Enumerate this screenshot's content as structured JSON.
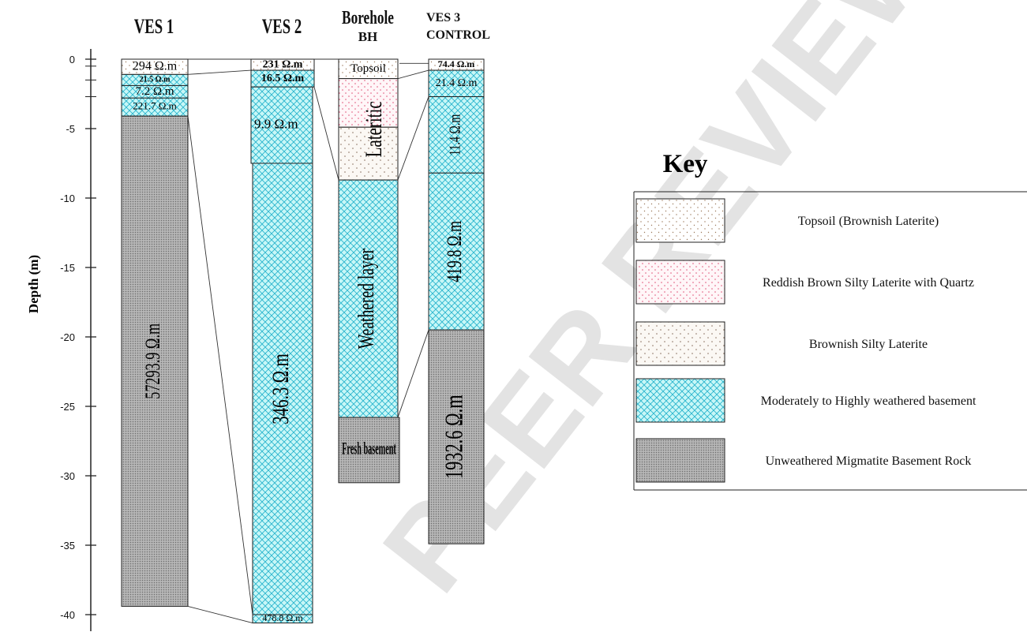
{
  "headers": {
    "ves1": "VES 1",
    "ves2": "VES 2",
    "borehole": "Borehole",
    "borehole_sub": "BH",
    "ves3": "VES 3",
    "ves3_sub": "CONTROL"
  },
  "axis": {
    "label": "Depth (m)",
    "ticks": [
      "0",
      "-5",
      "-10",
      "-15",
      "-20",
      "-25",
      "-30",
      "-35",
      "-40"
    ]
  },
  "columns": {
    "ves1": [
      {
        "label": "294 Ω.m",
        "top": 0,
        "bottom": -1.1,
        "pattern": "topsoil"
      },
      {
        "label": "21.5 Ω.m",
        "top": -1.1,
        "bottom": -1.9,
        "pattern": "weathered"
      },
      {
        "label": "7.2 Ω.m",
        "top": -1.9,
        "bottom": -2.8,
        "pattern": "weathered"
      },
      {
        "label": "221.7 Ω.m",
        "top": -2.8,
        "bottom": -4.1,
        "pattern": "weathered"
      },
      {
        "label": "57293.9 Ω.m",
        "top": -4.1,
        "bottom": -39.4,
        "pattern": "fresh"
      }
    ],
    "ves2": [
      {
        "label": "231 Ω.m",
        "top": 0,
        "bottom": -0.8,
        "pattern": "topsoil"
      },
      {
        "label": "16.5 Ω.m",
        "top": -0.8,
        "bottom": -2.0,
        "pattern": "weathered"
      },
      {
        "label": "9.9 Ω.m",
        "top": -2.0,
        "bottom": -7.5,
        "pattern": "weathered"
      },
      {
        "label": "346.3 Ω.m",
        "top": -7.5,
        "bottom": -40.0,
        "pattern": "weathered"
      },
      {
        "label": "478.8 Ω.m",
        "top": -40.0,
        "bottom": -40.6,
        "pattern": "weathered"
      }
    ],
    "borehole": [
      {
        "label": "Topsoil",
        "top": 0,
        "bottom": -1.4,
        "pattern": "topsoil"
      },
      {
        "label": "",
        "top": -1.4,
        "bottom": -4.9,
        "pattern": "reddish"
      },
      {
        "label": "",
        "top": -4.9,
        "bottom": -8.7,
        "pattern": "brownish"
      },
      {
        "label": "Weathered layer",
        "top": -8.7,
        "bottom": -25.8,
        "pattern": "weathered"
      },
      {
        "label": "Fresh basement",
        "top": -25.8,
        "bottom": -30.5,
        "pattern": "fresh"
      }
    ],
    "borehole_laterite_label": "Lateritic",
    "ves3": [
      {
        "label": "74.4 Ω.m",
        "top": 0,
        "bottom": -0.8,
        "pattern": "topsoil"
      },
      {
        "label": "21.4 Ω.m",
        "top": -0.8,
        "bottom": -2.7,
        "pattern": "weathered"
      },
      {
        "label": "11.4 Ω.m",
        "top": -2.7,
        "bottom": -8.2,
        "pattern": "weathered"
      },
      {
        "label": "419.8 Ω.m",
        "top": -8.2,
        "bottom": -19.5,
        "pattern": "weathered"
      },
      {
        "label": "1932.6 Ω.m",
        "top": -19.5,
        "bottom": -34.9,
        "pattern": "fresh"
      }
    ]
  },
  "legend": {
    "title": "Key",
    "items": [
      {
        "label": "Topsoil (Brownish Laterite)",
        "pattern": "topsoil"
      },
      {
        "label": "Reddish Brown Silty Laterite with Quartz",
        "pattern": "reddish"
      },
      {
        "label": "Brownish Silty Laterite",
        "pattern": "brownish"
      },
      {
        "label": "Moderately to Highly weathered basement",
        "pattern": "weathered"
      },
      {
        "label": "Unweathered Migmatite Basement Rock",
        "pattern": "fresh"
      }
    ]
  },
  "watermark": "PEER REVIEW",
  "colors": {
    "weathered_fill": "#c8f7f7",
    "weathered_hatch": "#2ab5ce",
    "fresh_fill": "#bdbdbd",
    "reddish_dot": "#e0557a",
    "brown_dot": "#9c7a5c"
  }
}
